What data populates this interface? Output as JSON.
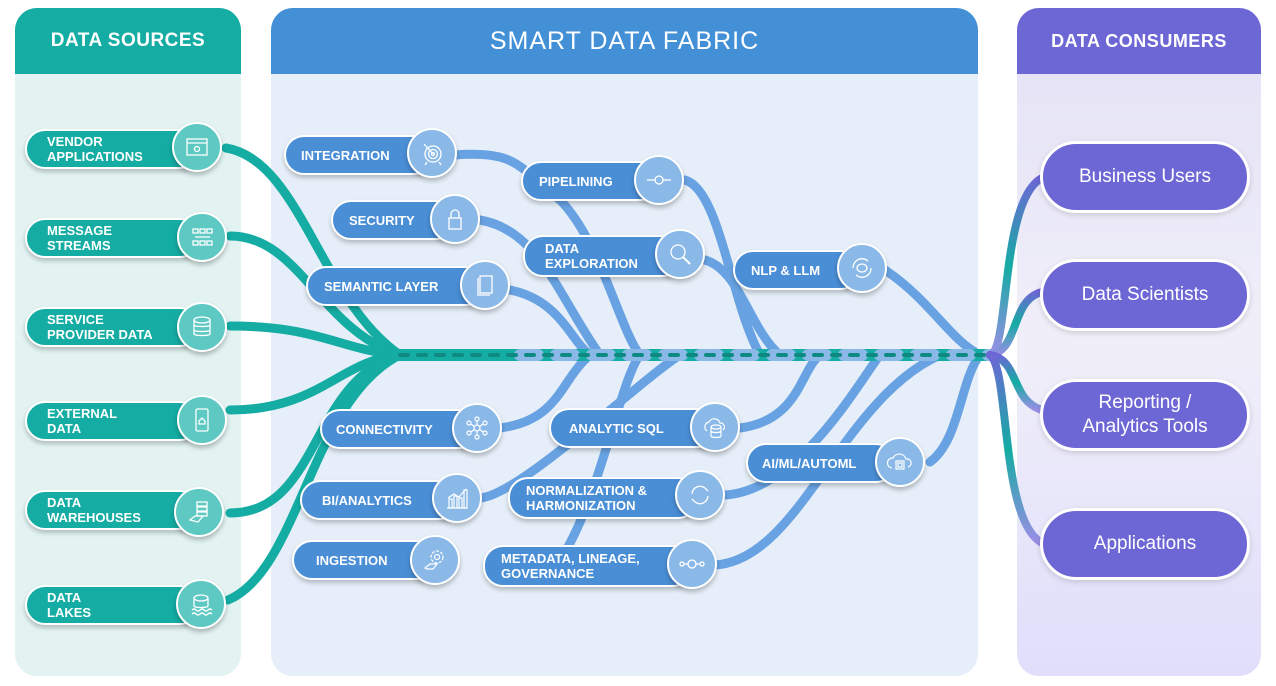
{
  "panels": {
    "sources": {
      "title": "DATA SOURCES",
      "color": "#14aca3"
    },
    "fabric": {
      "title": "SMART DATA FABRIC",
      "color": "#4390d7"
    },
    "consumers": {
      "title": "DATA CONSUMERS",
      "color": "#6d67d5"
    }
  },
  "sources": [
    {
      "label": "VENDOR\nAPPLICATIONS",
      "icon": "app-window-gear-icon"
    },
    {
      "label": "MESSAGE\nSTREAMS",
      "icon": "message-grid-icon"
    },
    {
      "label": "SERVICE\nPROVIDER DATA",
      "icon": "database-icon"
    },
    {
      "label": "EXTERNAL\nDATA",
      "icon": "mobile-home-icon"
    },
    {
      "label": "DATA\nWAREHOUSES",
      "icon": "server-hand-icon"
    },
    {
      "label": "DATA\nLAKES",
      "icon": "data-lake-icon"
    }
  ],
  "fabric_top": [
    {
      "label": "INTEGRATION",
      "icon": "target-icon"
    },
    {
      "label": "SECURITY",
      "icon": "lock-icon"
    },
    {
      "label": "SEMANTIC LAYER",
      "icon": "document-icon"
    },
    {
      "label": "PIPELINING",
      "icon": "pipeline-node-icon"
    },
    {
      "label": "DATA\nEXPLORATION",
      "icon": "magnifier-icon"
    },
    {
      "label": "NLP & LLM",
      "icon": "chat-cycle-icon"
    }
  ],
  "fabric_bottom": [
    {
      "label": "CONNECTIVITY",
      "icon": "network-hub-icon"
    },
    {
      "label": "BI/ANALYTICS",
      "icon": "bar-chart-icon"
    },
    {
      "label": "INGESTION",
      "icon": "hand-gear-icon"
    },
    {
      "label": "ANALYTIC SQL",
      "icon": "cloud-database-icon"
    },
    {
      "label": "NORMALIZATION &\nHARMONIZATION",
      "icon": "refresh-icon"
    },
    {
      "label": "METADATA, LINEAGE,\nGOVERNANCE",
      "icon": "lineage-icon"
    },
    {
      "label": "AI/ML/AUTOML",
      "icon": "cloud-chip-icon"
    }
  ],
  "consumers": [
    {
      "label": "Business Users"
    },
    {
      "label": "Data Scientists"
    },
    {
      "label": "Reporting /\nAnalytics Tools"
    },
    {
      "label": "Applications"
    }
  ],
  "colors": {
    "teal": "#14aca3",
    "blue": "#4a8ed6",
    "light_blue": "#8ab9e8",
    "purple": "#6d67d5"
  }
}
